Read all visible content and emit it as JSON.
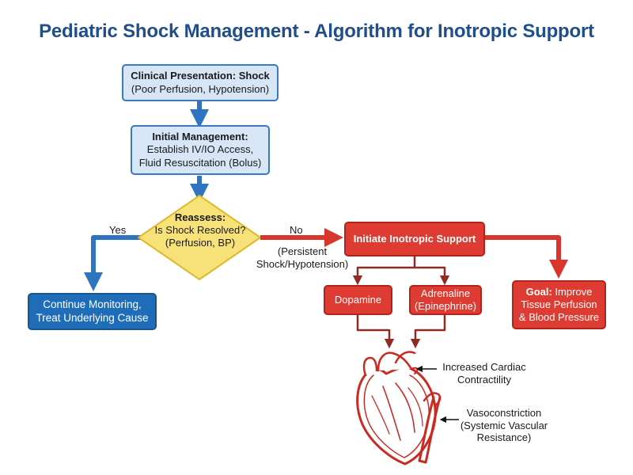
{
  "title": "Pediatric Shock Management - Algorithm for Inotropic Support",
  "nodes": {
    "presentation": {
      "title": "Clinical Presentation: Shock",
      "detail": "(Poor Perfusion, Hypotension)"
    },
    "initial": {
      "title": "Initial Management:",
      "line1": "Establish IV/IO Access,",
      "line2": "Fluid Resuscitation (Bolus)"
    },
    "reassess": {
      "title": "Reassess:",
      "line1": "Is Shock Resolved?",
      "line2": "(Perfusion, BP)"
    },
    "monitoring": {
      "line1": "Continue Monitoring,",
      "line2": "Treat Underlying Cause"
    },
    "inotropic": {
      "label": "Initiate Inotropic Support"
    },
    "dopamine": {
      "label": "Dopamine"
    },
    "adrenaline": {
      "line1": "Adrenaline",
      "line2": "(Epinephrine)"
    },
    "goal": {
      "title": "Goal:",
      "line1_rest": "Improve",
      "line2": "Tissue Perfusion",
      "line3": "& Blood Pressure"
    }
  },
  "edges": {
    "yes_label": "Yes",
    "no_label": "No",
    "no_note_line1": "(Persistent",
    "no_note_line2": "Shock/Hypotension)"
  },
  "heart_annotations": {
    "cardiac_line1": "Increased Cardiac",
    "cardiac_line2": "Contractility",
    "vaso_line1": "Vasoconstriction",
    "vaso_line2": "(Systemic Vascular",
    "vaso_line3": "Resistance)"
  },
  "colors": {
    "title": "#1f4e8c",
    "blue_arrow": "#2f74c0",
    "red_arrow": "#d8362d",
    "dark_red": "#8f2a24",
    "diamond_fill": "#f7e27a",
    "diamond_stroke": "#e0b92a",
    "light_box": "#d6e6f6",
    "blue_box": "#1f6db8",
    "red_box": "#de3b32"
  },
  "icons": [
    "heart-anatomical-icon",
    "arrow-down-icon",
    "arrow-right-icon"
  ]
}
